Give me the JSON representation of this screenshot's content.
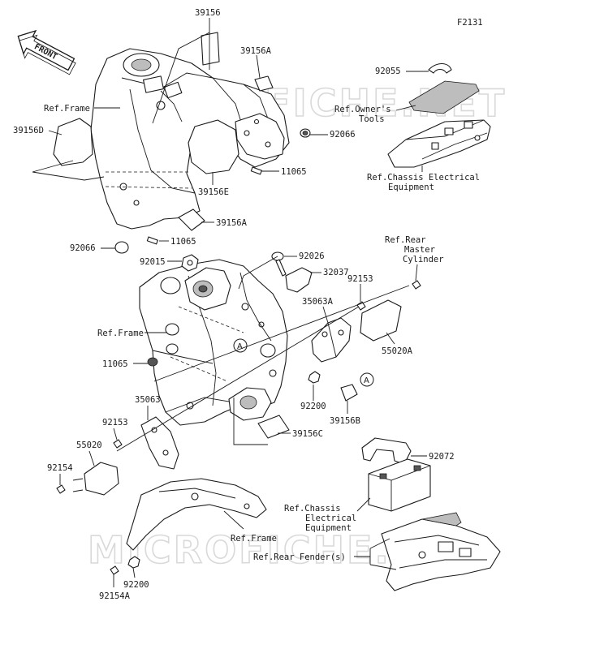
{
  "figure_code": "F2131",
  "front_badge": "FRONT",
  "watermark": "MICROFICHE.NET",
  "callout_letter": "A",
  "labels": {
    "p39156": "39156",
    "p39156a_top": "39156A",
    "ref_frame_top": "Ref.Frame",
    "p39156d": "39156D",
    "p92066_top": "92066",
    "p11065_top": "11065",
    "p39156e": "39156E",
    "p39156a_mid": "39156A",
    "p92066_left": "92066",
    "p11065_mid": "11065",
    "p92055": "92055",
    "ref_owners_1": "Ref.Owner's",
    "ref_owners_2": "Tools",
    "ref_chassis_top_1": "Ref.Chassis Electrical",
    "ref_chassis_top_2": "Equipment",
    "ref_rear_1": "Ref.Rear",
    "ref_rear_2": "Master",
    "ref_rear_3": "Cylinder",
    "p92015": "92015",
    "p92026": "92026",
    "p32037": "32037",
    "p92153_right": "92153",
    "p35063a": "35063A",
    "ref_frame_mid": "Ref.Frame",
    "p55020a": "55020A",
    "p11065_low": "11065",
    "p92200_mid": "92200",
    "p39156b": "39156B",
    "p35063": "35063",
    "p92153_left": "92153",
    "p39156c": "39156C",
    "p55020": "55020",
    "p92072": "92072",
    "p92154": "92154",
    "ref_chassis_low_1": "Ref.Chassis",
    "ref_chassis_low_2": "Electrical",
    "ref_chassis_low_3": "Equipment",
    "ref_frame_low": "Ref.Frame",
    "ref_rear_fender": "Ref.Rear Fender(s)",
    "p92200_low": "92200",
    "p92154a": "92154A"
  }
}
